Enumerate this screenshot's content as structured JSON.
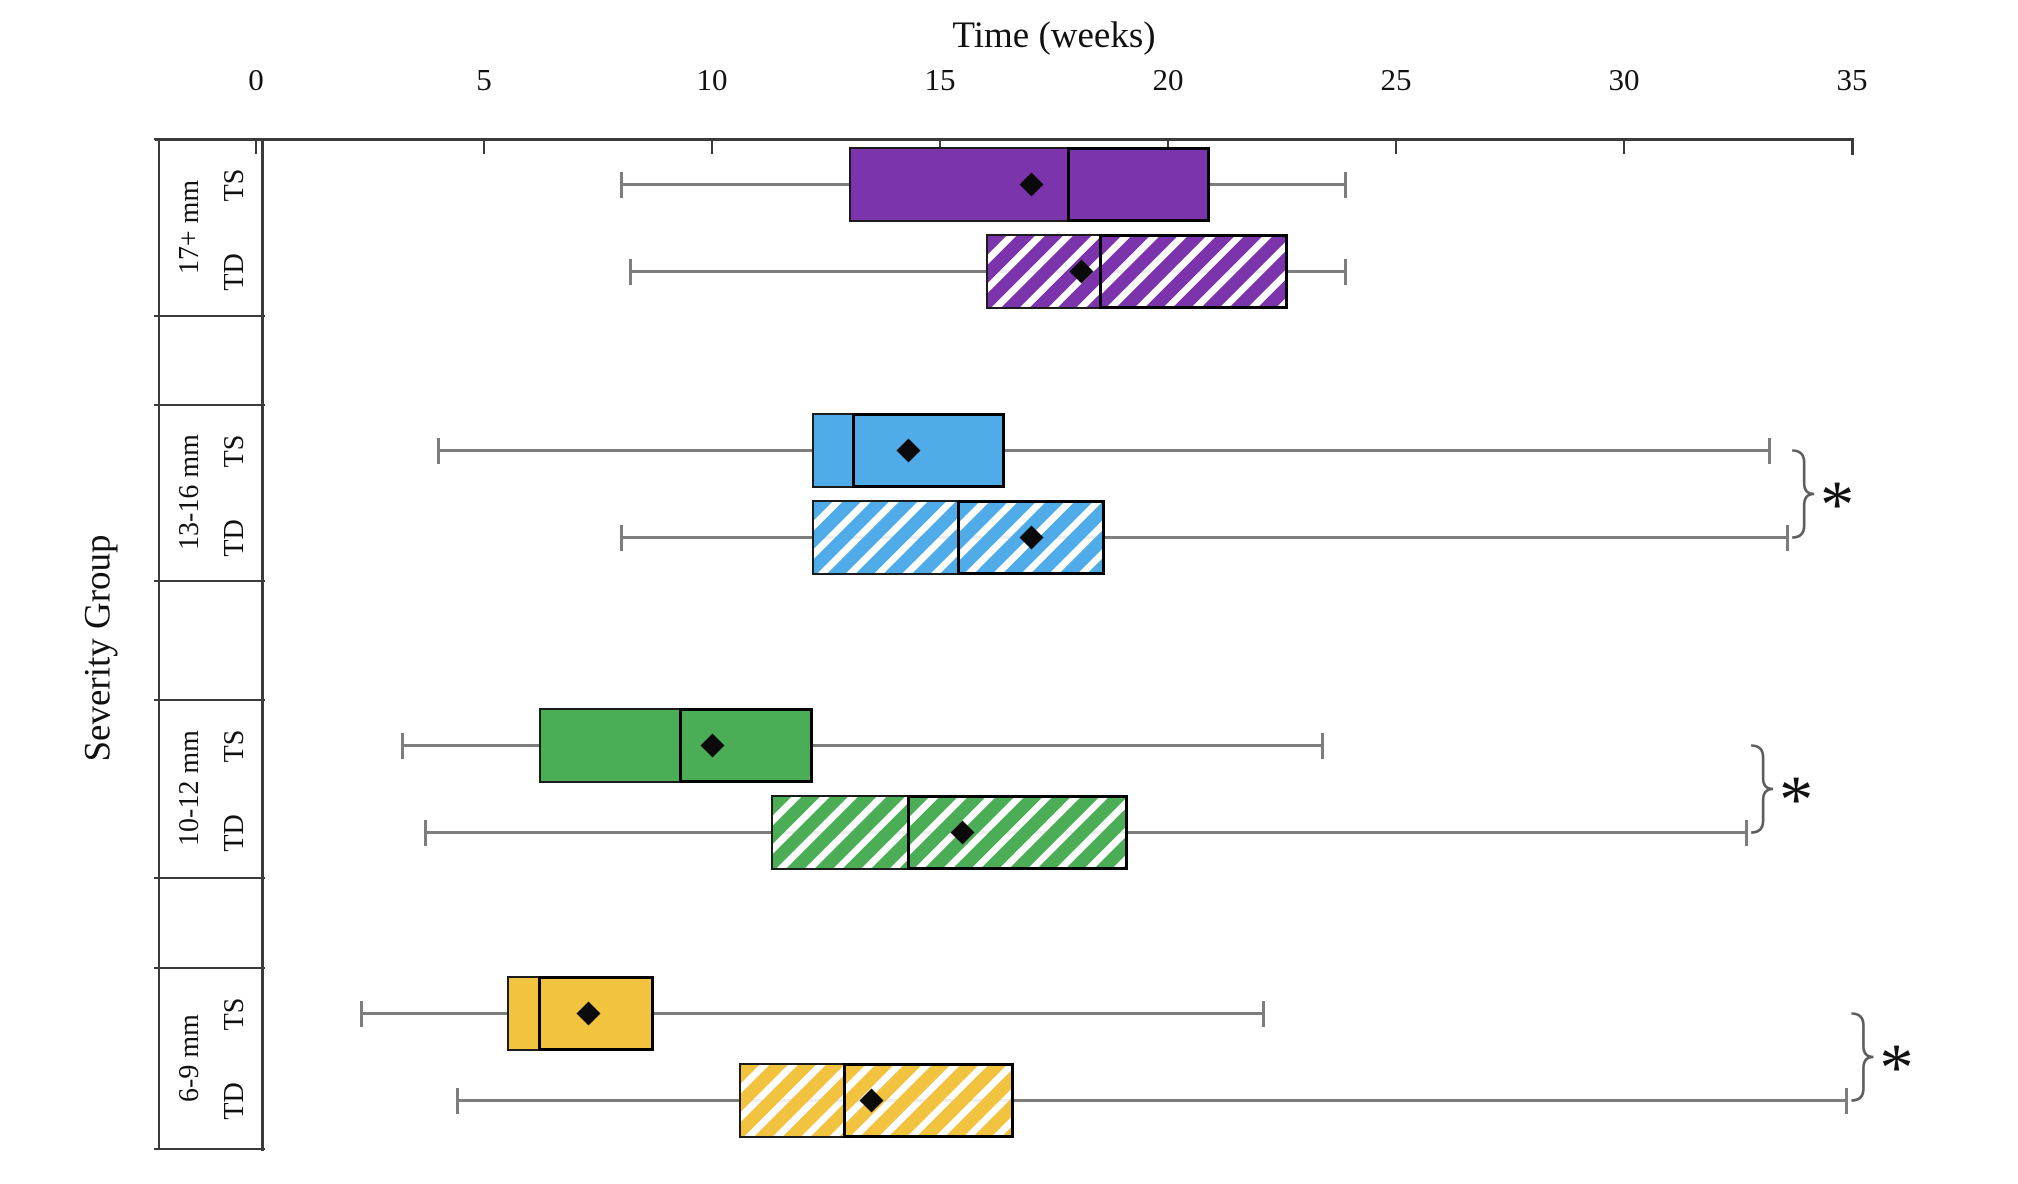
{
  "figure_type": "horizontal grouped box-and-whisker plot",
  "significance_marker": "*",
  "chart_data": {
    "type": "boxplot",
    "orientation": "horizontal",
    "x_axis": {
      "label": "Time (weeks)",
      "min": 0,
      "max": 35,
      "ticks": [
        0,
        5,
        10,
        15,
        20,
        25,
        30,
        35
      ],
      "position": "top"
    },
    "y_axis": {
      "label": "Severity Group"
    },
    "series_labels": [
      "TS",
      "TD"
    ],
    "legend_position": "none",
    "grid": false,
    "groups": [
      {
        "label": "17+ mm",
        "color": "#7B34AC",
        "significant": false,
        "boxes": [
          {
            "series": "TS",
            "fill": "solid",
            "whisker_low": 8.0,
            "q1": 13.0,
            "median": 17.8,
            "q3": 20.9,
            "whisker_high": 23.9,
            "mean": 17.0
          },
          {
            "series": "TD",
            "fill": "hatched",
            "whisker_low": 8.2,
            "q1": 16.0,
            "median": 18.5,
            "q3": 22.6,
            "whisker_high": 23.9,
            "mean": 18.1
          }
        ]
      },
      {
        "label": "13-16 mm",
        "color": "#4FACE8",
        "significant": true,
        "boxes": [
          {
            "series": "TS",
            "fill": "solid",
            "whisker_low": 4.0,
            "q1": 12.2,
            "median": 13.1,
            "q3": 16.4,
            "whisker_high": 33.2,
            "mean": 14.3
          },
          {
            "series": "TD",
            "fill": "hatched",
            "whisker_low": 8.0,
            "q1": 12.2,
            "median": 15.4,
            "q3": 18.6,
            "whisker_high": 33.6,
            "mean": 17.0
          }
        ]
      },
      {
        "label": "10-12 mm",
        "color": "#4BAE56",
        "significant": true,
        "boxes": [
          {
            "series": "TS",
            "fill": "solid",
            "whisker_low": 3.2,
            "q1": 6.2,
            "median": 9.3,
            "q3": 12.2,
            "whisker_high": 23.4,
            "mean": 10.0
          },
          {
            "series": "TD",
            "fill": "hatched",
            "whisker_low": 3.7,
            "q1": 11.3,
            "median": 14.3,
            "q3": 19.1,
            "whisker_high": 32.7,
            "mean": 15.5
          }
        ]
      },
      {
        "label": "6-9 mm",
        "color": "#F2C33F",
        "significant": true,
        "boxes": [
          {
            "series": "TS",
            "fill": "solid",
            "whisker_low": 2.3,
            "q1": 5.5,
            "median": 6.2,
            "q3": 8.7,
            "whisker_high": 22.1,
            "mean": 7.3
          },
          {
            "series": "TD",
            "fill": "hatched",
            "whisker_low": 4.4,
            "q1": 10.6,
            "median": 12.9,
            "q3": 16.6,
            "whisker_high": 34.9,
            "mean": 13.5
          }
        ]
      }
    ]
  }
}
